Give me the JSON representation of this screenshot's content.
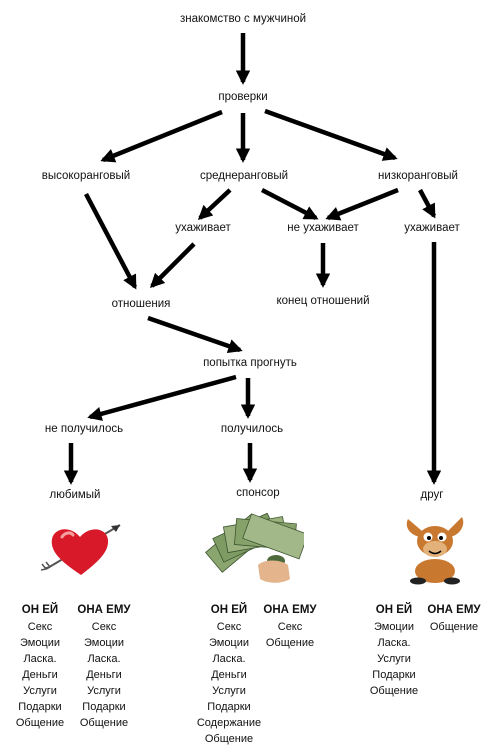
{
  "nodes": {
    "meeting": "знакомство с мужчиной",
    "checks": "проверки",
    "high_rank": "высокоранговый",
    "mid_rank": "среднеранговый",
    "low_rank": "низкоранговый",
    "mid_courts": "ухаживает",
    "mid_not_courts": "не ухаживает",
    "low_courts": "ухаживает",
    "relationship": "отношения",
    "end_relationship": "конец отношений",
    "bend_attempt": "попытка прогнуть",
    "failed": "не получилось",
    "succeeded": "получилось",
    "beloved": "любимый",
    "sponsor": "спонсор",
    "friend": "друг"
  },
  "pictures": {
    "beloved": "heart-with-arrow-icon",
    "sponsor": "money-fan-icon",
    "friend": "donkey-cartoon-icon"
  },
  "columns": {
    "beloved": {
      "he_her": {
        "head": "ОН ЕЙ",
        "items": [
          "Секс",
          "Эмоции",
          "Ласка.",
          "Деньги",
          "Услуги",
          "Подарки",
          "Общение"
        ]
      },
      "she_him": {
        "head": "ОНА ЕМУ",
        "items": [
          "Секс",
          "Эмоции",
          "Ласка.",
          "Деньги",
          "Услуги",
          "Подарки",
          "Общение"
        ]
      }
    },
    "sponsor": {
      "he_her": {
        "head": "ОН ЕЙ",
        "items": [
          "Секс",
          "Эмоции",
          "Ласка.",
          "Деньги",
          "Услуги",
          "Подарки",
          "Содержание",
          "Общение"
        ]
      },
      "she_him": {
        "head": "ОНА ЕМУ",
        "items": [
          "Секс",
          "Общение"
        ]
      }
    },
    "friend": {
      "he_her": {
        "head": "ОН ЕЙ",
        "items": [
          "Эмоции",
          "Ласка.",
          "Услуги",
          "Подарки",
          "Общение"
        ]
      },
      "she_him": {
        "head": "ОНА ЕМУ",
        "items": [
          "Общение"
        ]
      }
    }
  },
  "colors": {
    "arrow": "#000000",
    "heart": "#d8192a",
    "money": "#6f8f56",
    "donkey": "#c9782f"
  }
}
